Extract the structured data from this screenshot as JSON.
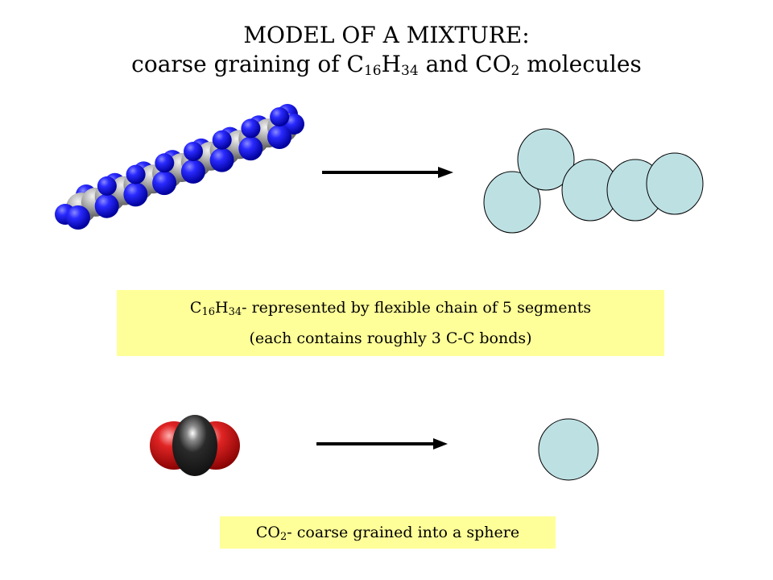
{
  "title": {
    "line1": "MODEL OF A MIXTURE:",
    "line2_prefix": "coarse graining of C",
    "line2_sub1": "16",
    "line2_mid1": "H",
    "line2_sub2": "34",
    "line2_mid2": " and CO",
    "line2_sub3": "2",
    "line2_suffix": " molecules"
  },
  "alkane_caption": {
    "line1_prefix": "C",
    "line1_sub1": "16",
    "line1_mid": "H",
    "line1_sub2": "34",
    "line1_suffix": "- represented by flexible chain of 5 segments",
    "line2": "(each contains roughly 3 C-C bonds)"
  },
  "co2_caption": {
    "prefix": "CO",
    "sub": "2",
    "suffix": "- coarse grained into a sphere"
  },
  "colors": {
    "sphere_fill": "#bde0e3",
    "hydrogen": "#1010ee",
    "carbon": "#9a9a9a",
    "oxygen": "#d41a1a",
    "co2_carbon": "#222222",
    "caption_bg": "#ffff99"
  }
}
